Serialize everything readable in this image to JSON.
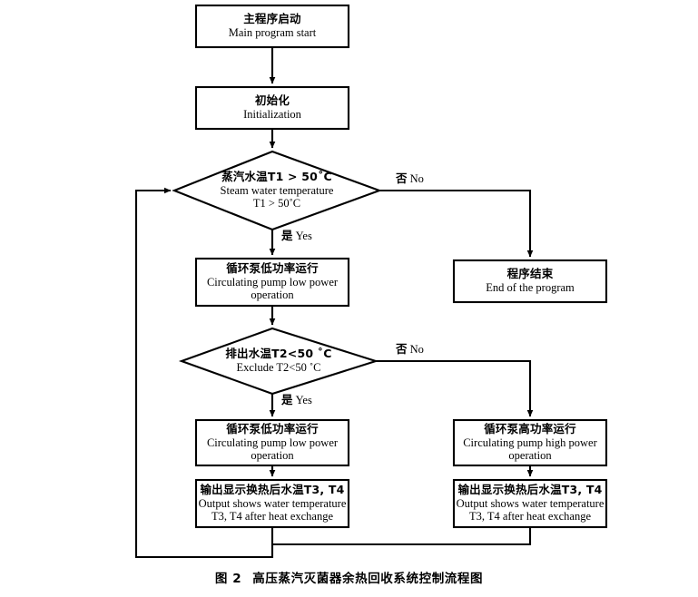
{
  "figure": {
    "caption_number": "图 2",
    "caption_title": "高压蒸汽灭菌器余热回收系统控制流程图"
  },
  "diagram": {
    "type": "flowchart",
    "orientation": "top-to-bottom",
    "nodes": [
      {
        "id": "start",
        "shape": "process",
        "zh": "主程序启动",
        "en": "Main program start"
      },
      {
        "id": "init",
        "shape": "process",
        "zh": "初始化",
        "en": "Initialization"
      },
      {
        "id": "decision_t1",
        "shape": "decision",
        "zh": "蒸汽水温T1 > 50˚C",
        "en_line1": "Steam water temperature",
        "en_line2": "T1 > 50˚C"
      },
      {
        "id": "pump_low_1",
        "shape": "process",
        "zh": "循环泵低功率运行",
        "en_line1": "Circulating pump low power",
        "en_line2": "operation"
      },
      {
        "id": "end_program",
        "shape": "process",
        "zh": "程序结束",
        "en": "End of the program"
      },
      {
        "id": "decision_t2",
        "shape": "decision",
        "zh": "排出水温T2<50 ˚C",
        "en": "Exclude T2<50 ˚C"
      },
      {
        "id": "pump_low_2",
        "shape": "process",
        "zh": "循环泵低功率运行",
        "en_line1": "Circulating pump low power",
        "en_line2": "operation"
      },
      {
        "id": "pump_high",
        "shape": "process",
        "zh": "循环泵高功率运行",
        "en_line1": "Circulating pump high power",
        "en_line2": "operation"
      },
      {
        "id": "output_left",
        "shape": "process",
        "zh": "输出显示换热后水温T3, T4",
        "en_line1": "Output shows water temperature",
        "en_line2": "T3, T4 after heat exchange"
      },
      {
        "id": "output_right",
        "shape": "process",
        "zh": "输出显示换热后水温T3, T4",
        "en_line1": "Output shows water temperature",
        "en_line2": "T3, T4 after heat exchange"
      }
    ],
    "edge_labels": {
      "t1_no_zh": "否",
      "t1_no_en": "No",
      "t1_yes_zh": "是",
      "t1_yes_en": "Yes",
      "t2_no_zh": "否",
      "t2_no_en": "No",
      "t2_yes_zh": "是",
      "t2_yes_en": "Yes"
    }
  },
  "style": {
    "stroke": "#000000",
    "fill": "#ffffff",
    "background": "#ffffff"
  }
}
